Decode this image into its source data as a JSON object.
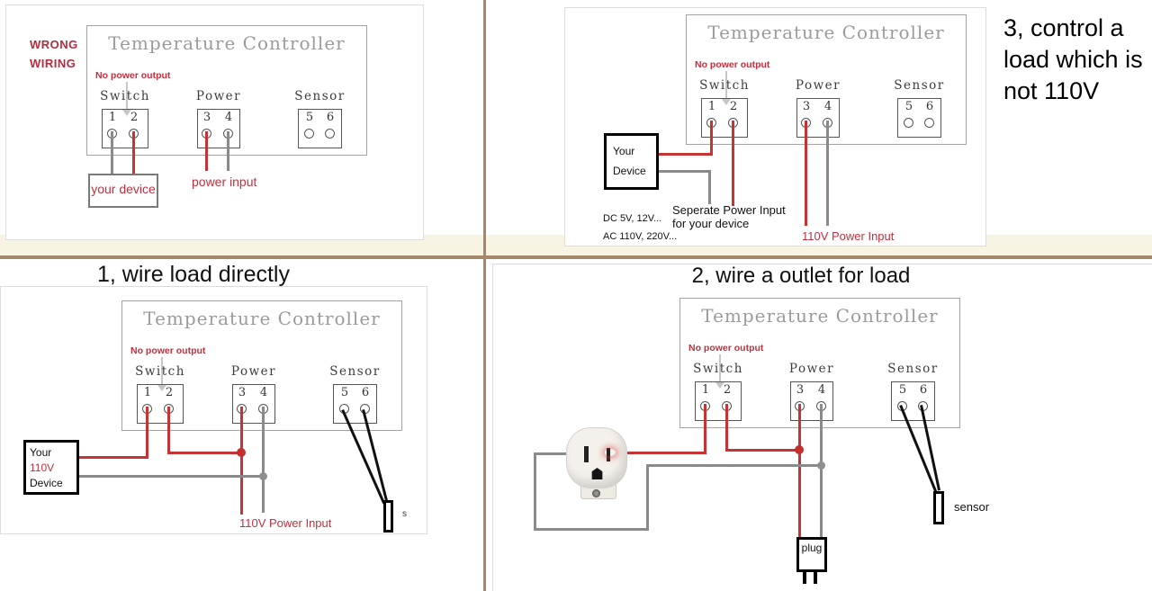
{
  "controller": {
    "title": "Temperature Controller",
    "note": "No power output",
    "groups": [
      {
        "label": "Switch",
        "terminals": [
          "1",
          "2"
        ]
      },
      {
        "label": "Power",
        "terminals": [
          "3",
          "4"
        ]
      },
      {
        "label": "Sensor",
        "terminals": [
          "5",
          "6"
        ]
      }
    ]
  },
  "wrong_wiring": {
    "heading1": "WRONG",
    "heading2": "WIRING",
    "device_label": "your device",
    "power_input_label": "power input"
  },
  "method1": {
    "title": "1, wire load directly",
    "device_lines": [
      "Your",
      "110V",
      "Device"
    ],
    "power_input_label": "110V Power Input",
    "stray": "s"
  },
  "method2": {
    "title": "2, wire a outlet for load",
    "plug_label": "plug",
    "sensor_label": "sensor"
  },
  "method3": {
    "side_note": "3, control a load which is not 110V",
    "device_lines": [
      "Your",
      "Device"
    ],
    "separate_line1": "Seperate Power Input",
    "separate_line2": "for your device",
    "dc_label": "DC 5V, 12V...",
    "ac_label": "AC 110V, 220V...",
    "power_input_label": "110V Power Input"
  },
  "colors": {
    "wire_red": "#c43434",
    "wire_gray": "#8a8a8a",
    "wire_black": "#111111",
    "divider_tan": "#a5876a",
    "red_text": "#c22f3d"
  }
}
